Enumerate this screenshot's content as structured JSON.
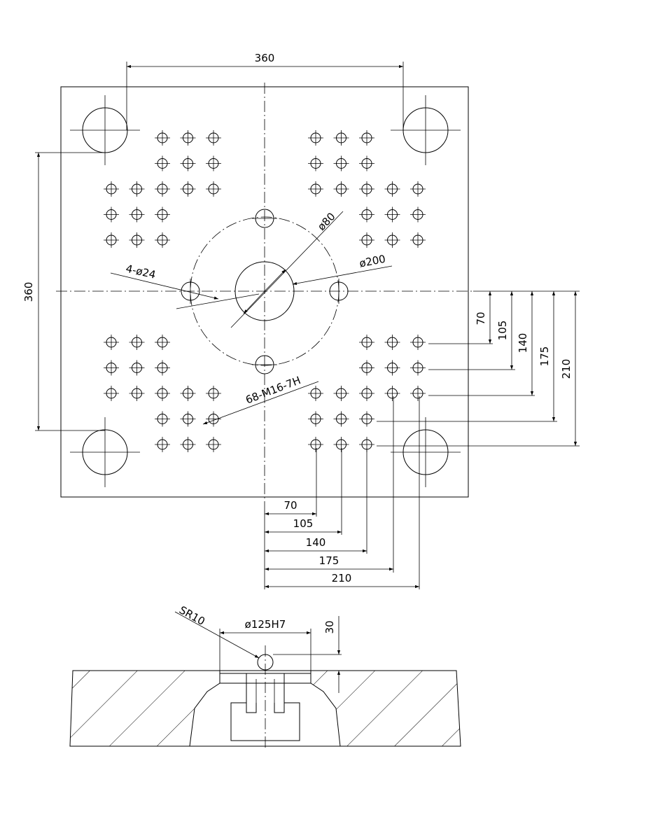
{
  "plan_view": {
    "tie_bar_spacing_h": "360",
    "tie_bar_spacing_v": "360",
    "center_bore": "ø80",
    "bolt_circle": "ø200",
    "bolt_holes": "4-ø24",
    "tapped_holes": "68-M16-7H",
    "v_dims": [
      "70",
      "105",
      "140",
      "175",
      "210"
    ],
    "h_dims": [
      "70",
      "105",
      "140",
      "175",
      "210"
    ]
  },
  "section_view": {
    "sphere_radius": "SR10",
    "bore_fit": "ø125H7",
    "depth": "30"
  }
}
